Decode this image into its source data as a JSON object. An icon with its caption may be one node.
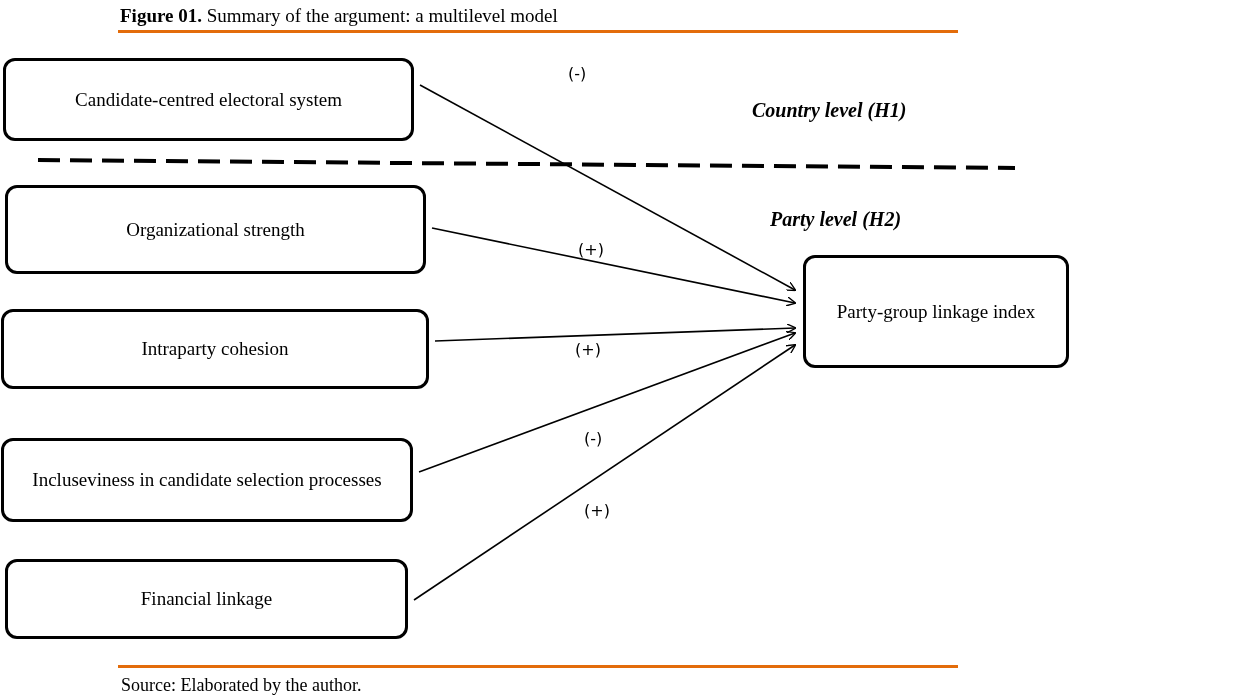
{
  "diagram": {
    "title": "**Figure 01.** Summary of the argument: a multilevel model",
    "caption": "Source: Elaborated by the author.",
    "nodes": [
      {
        "text": [
          "Candidate-centred electoral system"
        ]
      },
      {
        "text": [
          "Organizational strength"
        ]
      },
      {
        "text": [
          "Intraparty cohesion"
        ]
      },
      {
        "text": [
          "Incluseviness in candidate selection processes"
        ]
      },
      {
        "text": [
          "Financial linkage"
        ]
      },
      {
        "text": [
          "Party-group linkage index"
        ]
      }
    ],
    "edges": [
      {
        "from": 0,
        "to": 5,
        "arrow": "to",
        "label": "(-)"
      },
      {
        "from": 1,
        "to": 5,
        "arrow": "to",
        "label": "(+)"
      },
      {
        "from": 2,
        "to": 5,
        "arrow": "to",
        "label": "(+)"
      },
      {
        "from": 3,
        "to": 5,
        "arrow": "to",
        "label": "(-)"
      },
      {
        "from": 4,
        "to": 5,
        "arrow": "to",
        "label": "(+)"
      }
    ],
    "labels": [
      "Country level (H1)",
      "Party level (H2)"
    ]
  }
}
